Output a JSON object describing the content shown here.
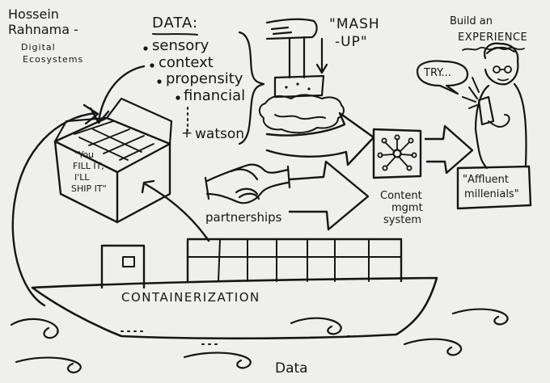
{
  "speaker": {
    "name_line1": "Hossein",
    "name_line2": "Rahnama -",
    "topic_line1": "Digital",
    "topic_line2": "Ecosystems"
  },
  "data_list": {
    "heading": "DATA:",
    "items": [
      "sensory",
      "context",
      "propensity",
      "financial",
      "watson"
    ]
  },
  "mashup": {
    "line1": "\"MASH",
    "line2": "-UP\""
  },
  "experience": {
    "line1": "Build an",
    "line2": "EXPERIENCE",
    "try_bubble": "TRY..."
  },
  "box": {
    "line1": "\"You",
    "line2": "FILL IT,",
    "line3": "I'LL",
    "line4": "SHIP IT\""
  },
  "partnerships": "partnerships",
  "cms": {
    "line1": "Content",
    "line2": "mgmt",
    "line3": "system"
  },
  "audience": {
    "line1": "\"Affluent",
    "line2": "millenials\""
  },
  "ship": {
    "label": "CONTAINERIZATION"
  },
  "footer": {
    "label": "Data"
  },
  "colors": {
    "ink": "#151515",
    "paper": "#efefed"
  }
}
